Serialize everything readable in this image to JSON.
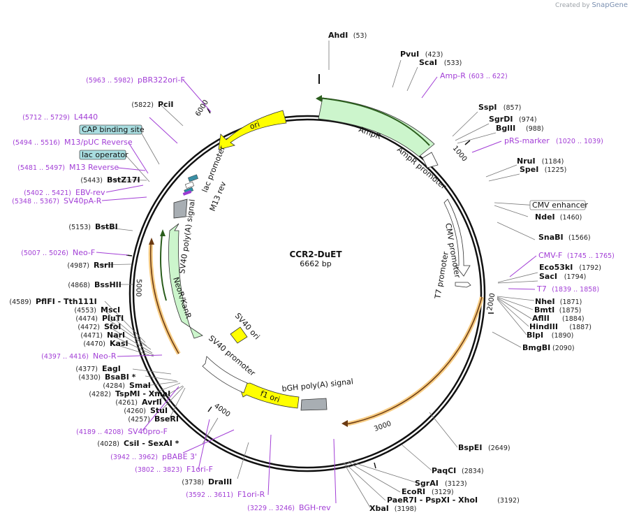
{
  "credit": {
    "prefix": "Created by",
    "brand": "SnapGene"
  },
  "plasmid": {
    "name": "CCR2-DuET",
    "length": "6662 bp"
  },
  "ticks": [
    "1000",
    "2000",
    "3000",
    "4000",
    "5000",
    "6000"
  ],
  "features": [
    {
      "label": "ori",
      "name": "ori-feature"
    },
    {
      "label": "AmpR",
      "name": "ampr-feature"
    },
    {
      "label": "AmpR promoter",
      "name": "ampr-promoter-feature"
    },
    {
      "label": "CMV promoter",
      "name": "cmv-promoter-feature"
    },
    {
      "label": "T7 promoter",
      "name": "t7-promoter-feature"
    },
    {
      "label": "bGH poly(A) signal",
      "name": "bgh-polya-feature"
    },
    {
      "label": "f1 ori",
      "name": "f1-ori-feature"
    },
    {
      "label": "SV40 promoter",
      "name": "sv40-promoter-feature"
    },
    {
      "label": "SV40 ori",
      "name": "sv40-ori-feature"
    },
    {
      "label": "NeoR/KanR",
      "name": "neor-kanr-feature"
    },
    {
      "label": "SV40 poly(A) signal",
      "name": "sv40-polya-feature"
    },
    {
      "label": "lac promoter",
      "name": "lac-promoter-feature"
    },
    {
      "label": "M13 rev",
      "name": "m13-rev-feature"
    }
  ],
  "boxed_labels": [
    {
      "text": "CMV enhancer",
      "style": "white"
    },
    {
      "text": "CAP binding site",
      "style": "teal"
    },
    {
      "text": "lac operator",
      "style": "teal"
    }
  ],
  "enzymes": [
    {
      "name": "AhdI",
      "pos": "(53)"
    },
    {
      "name": "PvuI",
      "pos": "(423)"
    },
    {
      "name": "ScaI",
      "pos": "(533)"
    },
    {
      "name": "SspI",
      "pos": "(857)"
    },
    {
      "name": "SgrDI",
      "pos": "(974)"
    },
    {
      "name": "BglII",
      "pos": "(988)"
    },
    {
      "name": "NruI",
      "pos": "(1184)"
    },
    {
      "name": "SpeI",
      "pos": "(1225)"
    },
    {
      "name": "NdeI",
      "pos": "(1460)"
    },
    {
      "name": "SnaBI",
      "pos": "(1566)"
    },
    {
      "name": "Eco53kI",
      "pos": "(1792)"
    },
    {
      "name": "SacI",
      "pos": "(1794)"
    },
    {
      "name": "NheI",
      "pos": "(1871)"
    },
    {
      "name": "BmtI",
      "pos": "(1875)"
    },
    {
      "name": "AflII",
      "pos": "(1884)"
    },
    {
      "name": "HindIII",
      "pos": "(1887)"
    },
    {
      "name": "BlpI",
      "pos": "(1890)"
    },
    {
      "name": "BmgBI",
      "pos": "(2090)"
    },
    {
      "name": "BspEI",
      "pos": "(2649)"
    },
    {
      "name": "PaqCI",
      "pos": "(2834)"
    },
    {
      "name": "SgrAI",
      "pos": "(3123)"
    },
    {
      "name": "EcoRI",
      "pos": "(3129)"
    },
    {
      "name": "PaeR7I - PspXI - XhoI",
      "pos": "(3192)"
    },
    {
      "name": "XbaI",
      "pos": "(3198)"
    },
    {
      "name": "DraIII",
      "pos": "(3738)"
    },
    {
      "name": "CsiI - SexAI *",
      "pos": "(4028)"
    },
    {
      "name": "BseRI",
      "pos": "(4257)"
    },
    {
      "name": "StuI",
      "pos": "(4260)"
    },
    {
      "name": "AvrII",
      "pos": "(4261)"
    },
    {
      "name": "TspMI - XmaI",
      "pos": "(4282)"
    },
    {
      "name": "SmaI",
      "pos": "(4284)"
    },
    {
      "name": "BsaBI *",
      "pos": "(4330)"
    },
    {
      "name": "EagI",
      "pos": "(4377)"
    },
    {
      "name": "KasI",
      "pos": "(4470)"
    },
    {
      "name": "NarI",
      "pos": "(4471)"
    },
    {
      "name": "SfoI",
      "pos": "(4472)"
    },
    {
      "name": "PluTI",
      "pos": "(4474)"
    },
    {
      "name": "MscI",
      "pos": "(4553)"
    },
    {
      "name": "PflFI - Tth111I",
      "pos": "(4589)"
    },
    {
      "name": "BssHII",
      "pos": "(4868)"
    },
    {
      "name": "RsrII",
      "pos": "(4987)"
    },
    {
      "name": "BstBI",
      "pos": "(5153)"
    },
    {
      "name": "BstZ17I",
      "pos": "(5443)"
    },
    {
      "name": "PciI",
      "pos": "(5822)"
    }
  ],
  "primers": [
    {
      "name": "Amp-R",
      "range": "(603 .. 622)"
    },
    {
      "name": "pRS-marker",
      "range": "(1020 .. 1039)"
    },
    {
      "name": "CMV-F",
      "range": "(1745 .. 1765)"
    },
    {
      "name": "T7",
      "range": "(1839 .. 1858)"
    },
    {
      "name": "BGH-rev",
      "range": "(3229 .. 3246)"
    },
    {
      "name": "F1ori-R",
      "range": "(3592 .. 3611)"
    },
    {
      "name": "F1ori-F",
      "range": "(3802 .. 3823)"
    },
    {
      "name": "pBABE 3'",
      "range": "(3942 .. 3962)"
    },
    {
      "name": "SV40pro-F",
      "range": "(4189 .. 4208)"
    },
    {
      "name": "Neo-R",
      "range": "(4397 .. 4416)"
    },
    {
      "name": "Neo-F",
      "range": "(5007 .. 5026)"
    },
    {
      "name": "SV40pA-R",
      "range": "(5348 .. 5367)"
    },
    {
      "name": "EBV-rev",
      "range": "(5402 .. 5421)"
    },
    {
      "name": "M13 Reverse",
      "range": "(5481 .. 5497)"
    },
    {
      "name": "M13/pUC Reverse",
      "range": "(5494 .. 5516)"
    },
    {
      "name": "L4440",
      "range": "(5712 .. 5729)"
    },
    {
      "name": "pBR322ori-F",
      "range": "(5963 .. 5982)"
    }
  ]
}
